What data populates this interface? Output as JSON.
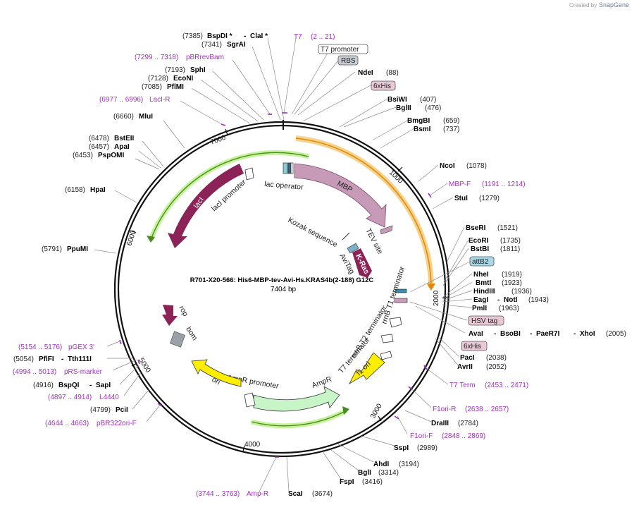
{
  "credit": {
    "prefix": "Created by",
    "brand": "SnapGene"
  },
  "title": "R701-X20-566: His6-MBP-tev-Avi-Hs.KRAS4b(2-188) G12C",
  "length": "7404 bp",
  "ticks": [
    "1000",
    "2000",
    "3000",
    "4000",
    "5000",
    "6000",
    "7000"
  ],
  "features": {
    "mbp": "MBP",
    "lac_operator": "lac operator",
    "laci_promoter": "lacI promoter",
    "laci": "lacI",
    "kozak": "Kozak sequence",
    "tev": "TEV site",
    "avitag": "AviTag",
    "kras": "K-Ras",
    "rrnb_t1": "rrnB T1 terminator",
    "rrnb_t2": "rrnB T2 terminator",
    "t7_terminator": "T7 terminator",
    "f1_ori": "f1 ori",
    "ampr": "AmpR",
    "ampr_promoter": "AmpR promoter",
    "ori": "ori",
    "rop": "rop",
    "bom": "bom"
  },
  "boxed": {
    "t7_promoter": "T7 promoter",
    "rbs": "RBS",
    "sixhis_top": "6xHis",
    "attb2": "attB2",
    "hsv_tag": "HSV tag",
    "sixhis_bottom": "6xHis"
  },
  "sites": {
    "bspdi_pos": "(7385)",
    "bspdi": "BspDI *",
    "dash1": "-",
    "clai": "ClaI *",
    "t7": "T7",
    "t7_range": "(2 .. 21)",
    "sgrai_pos": "(7341)",
    "sgrai": "SgrAI",
    "pbrrevbam_range": "(7299 .. 7318)",
    "pbrrevbam": "pBRrevBam",
    "sphi_pos": "(7193)",
    "sphi": "SphI",
    "econi_pos": "(7128)",
    "econi": "EcoNI",
    "pflmi_pos": "(7085)",
    "pflmi": "PflMI",
    "laci_r_range": "(6977 .. 6996)",
    "laci_r": "LacI-R",
    "mlui_pos": "(6660)",
    "mlui": "MluI",
    "bsteii_pos": "(6478)",
    "bsteii": "BstEII",
    "apai_pos": "(6457)",
    "apai": "ApaI",
    "pspomi_pos": "(6453)",
    "pspomi": "PspOMI",
    "hpai_pos": "(6158)",
    "hpai": "HpaI",
    "ppumi_pos": "(5791)",
    "ppumi": "PpuMI",
    "pgex3_range": "(5154 .. 5176)",
    "pgex3": "pGEX 3'",
    "pflfi_pos": "(5054)",
    "pflfi": "PflFI",
    "dash2": "-",
    "tth111i": "Tth111I",
    "prs_range": "(4994 .. 5013)",
    "prs": "pRS-marker",
    "bspqi_pos": "(4916)",
    "bspqi": "BspQI",
    "dash3": "-",
    "sapi": "SapI",
    "l4440_range": "(4897 .. 4914)",
    "l4440": "L4440",
    "pcii_pos": "(4799)",
    "pcii": "PciI",
    "pbr322_range": "(4644 .. 4663)",
    "pbr322": "pBR322ori-F",
    "ampr_range": "(3744 .. 3763)",
    "ampr_primer": "Amp-R",
    "scai": "ScaI",
    "scai_pos": "(3674)",
    "fspi": "FspI",
    "fspi_pos": "(3416)",
    "bgli": "BglI",
    "bgli_pos": "(3314)",
    "ahdi": "AhdI",
    "ahdi_pos": "(3194)",
    "sspi": "SspI",
    "sspi_pos": "(2989)",
    "f1ori_f": "F1ori-F",
    "f1ori_f_range": "(2848 .. 2869)",
    "draiii": "DraIII",
    "draiii_pos": "(2784)",
    "f1ori_r": "F1ori-R",
    "f1ori_r_range": "(2638 .. 2657)",
    "t7term": "T7 Term",
    "t7term_range": "(2453 .. 2471)",
    "avrii": "AvrII",
    "avrii_pos": "(2052)",
    "paci": "PacI",
    "paci_pos": "(2038)",
    "avai": "AvaI",
    "dash4": "-",
    "bsobi": "BsoBI",
    "dash5": "-",
    "paer7i": "PaeR7I",
    "dash6": "-",
    "xhoi": "XhoI",
    "xhoi_pos": "(2005)",
    "pmli": "PmlI",
    "pmli_pos": "(1963)",
    "eagi": "EagI",
    "dash7": "-",
    "noti": "NotI",
    "noti_pos": "(1943)",
    "hindiii": "HindIII",
    "hindiii_pos": "(1936)",
    "bmti": "BmtI",
    "bmti_pos": "(1923)",
    "nhei": "NheI",
    "nhei_pos": "(1919)",
    "bstbi": "BstBI",
    "bstbi_pos": "(1811)",
    "ecori": "EcoRI",
    "ecori_pos": "(1735)",
    "bseri": "BseRI",
    "bseri_pos": "(1521)",
    "stui": "StuI",
    "stui_pos": "(1279)",
    "mbp_f": "MBP-F",
    "mbp_f_range": "(1191 .. 1214)",
    "ncoi": "NcoI",
    "ncoi_pos": "(1078)",
    "bsmi": "BsmI",
    "bsmi_pos": "(737)",
    "bmgbi": "BmgBI",
    "bmgbi_pos": "(659)",
    "bglii": "BglII",
    "bglii_pos": "(476)",
    "bsiwi": "BsiWI",
    "bsiwi_pos": "(407)",
    "ndei": "NdeI",
    "ndei_pos": "(88)"
  },
  "colors": {
    "mbp": "#c79ab8",
    "laci": "#8b2357",
    "kras": "#8b2357",
    "ori": "#ffee00",
    "ampr": "#c8f5c8",
    "primer": "#a030c0",
    "orange_arc": "#f0a830",
    "green_arc": "#7ed321"
  }
}
